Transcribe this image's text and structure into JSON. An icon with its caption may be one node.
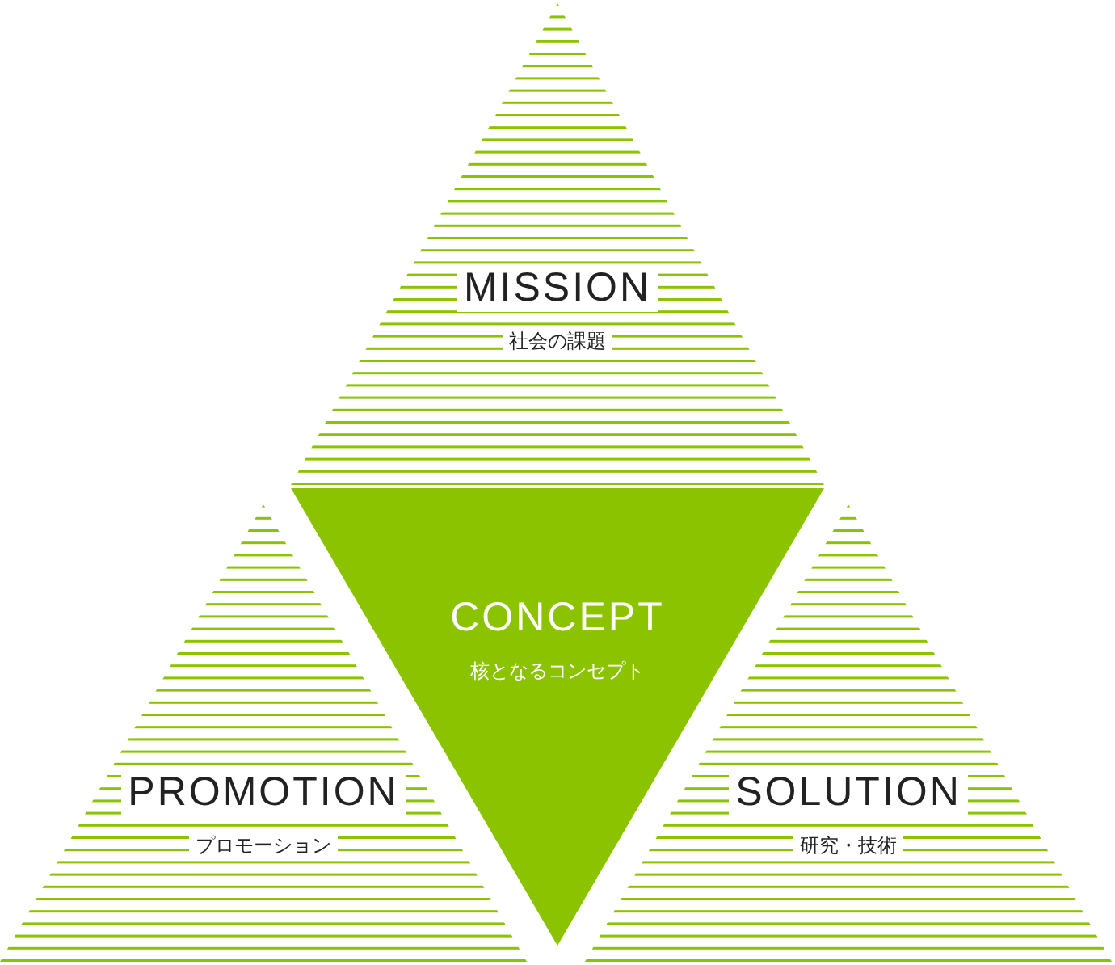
{
  "diagram": {
    "nodes": [
      {
        "text": [
          "MISSION",
          "社会の課題"
        ]
      },
      {
        "text": [
          "CONCEPT",
          "核となるコンセプト"
        ]
      },
      {
        "text": [
          "PROMOTION",
          "プロモーション"
        ]
      },
      {
        "text": [
          "SOLUTION",
          "研究・技術"
        ]
      }
    ]
  }
}
